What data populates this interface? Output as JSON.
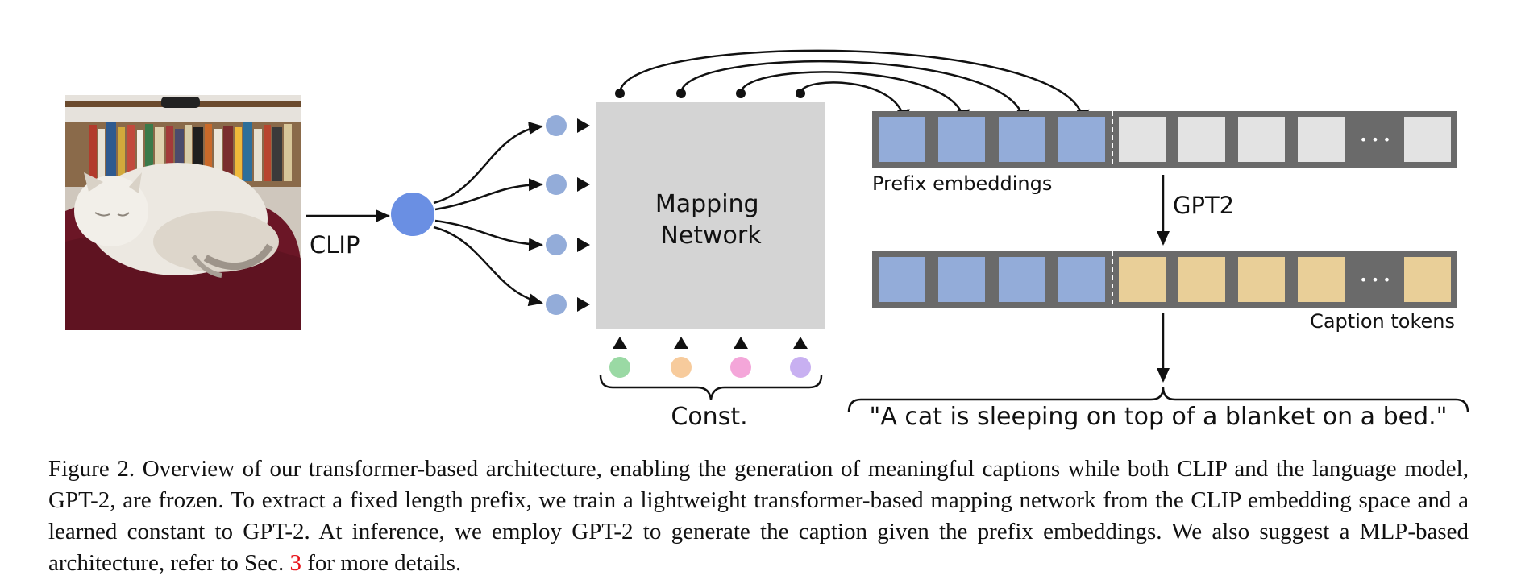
{
  "figure": {
    "clip_label": "CLIP",
    "mapping_network": [
      "Mapping",
      "Network"
    ],
    "const_label": "Const.",
    "prefix_embeddings_label": "Prefix embeddings",
    "gpt2_label": "GPT2",
    "caption_tokens_label": "Caption tokens",
    "ellipsis": "• • •",
    "output_caption": "\"A cat is sleeping on top of a blanket on a bed.\"",
    "colors": {
      "clip_node": "#6a8fe3",
      "embedding_node": "#93acd9",
      "prefix_token": "#93acd9",
      "empty_token": "#e3e3e3",
      "caption_token": "#e9cf98",
      "token_bar": "#6a6a6a",
      "mapping_box": "#d4d4d4",
      "const_colors": [
        "#9ad9a4",
        "#f7cb9c",
        "#f4a6d9",
        "#c8b0f1"
      ]
    }
  },
  "caption": {
    "prefix": "Figure 2.  Overview of our transformer-based architecture, enabling the generation of meaningful captions while both CLIP and the language model, GPT-2, are frozen.  To extract a fixed length prefix, we train a lightweight transformer-based mapping network from the CLIP embedding space and a learned constant to GPT-2.  At inference, we employ GPT-2 to generate the caption given the prefix embeddings. We also suggest a MLP-based architecture, refer to Sec. ",
    "section_ref": "3",
    "suffix": " for more details."
  }
}
